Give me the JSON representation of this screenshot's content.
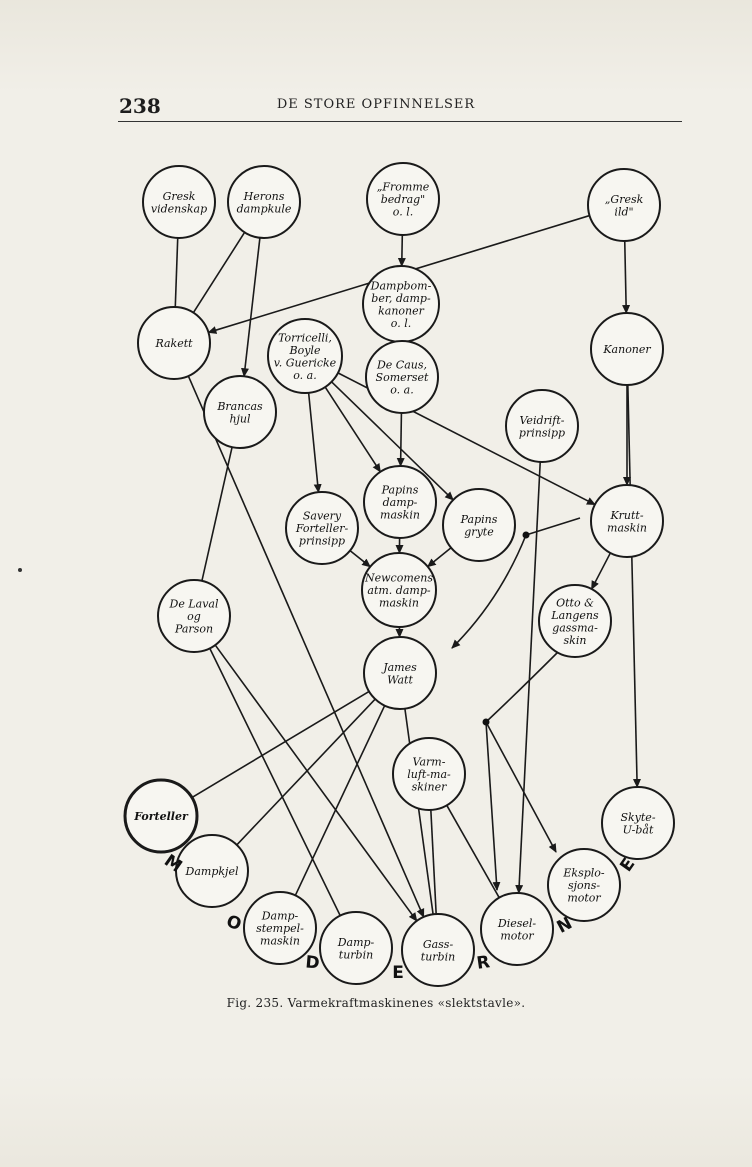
{
  "header": {
    "page_number": "238",
    "running_title": "DE STORE OPFINNELSER"
  },
  "caption": "Fig. 235. Varmekraftmaskinenes «slektstavle».",
  "arc_letters": [
    "M",
    "O",
    "D",
    "E",
    "R",
    "N",
    "E"
  ],
  "nodes": [
    {
      "id": "gresk-videnskap",
      "lines": [
        "Gresk",
        "videnskap"
      ]
    },
    {
      "id": "herons-dampkule",
      "lines": [
        "Herons",
        "dampkule"
      ]
    },
    {
      "id": "fromme-bedrag",
      "lines": [
        "„Fromme",
        "bedrag\"",
        "o. l."
      ]
    },
    {
      "id": "gresk-ild",
      "lines": [
        "„Gresk",
        "ild\""
      ]
    },
    {
      "id": "rakett",
      "lines": [
        "Rakett"
      ]
    },
    {
      "id": "dampbomber",
      "lines": [
        "Dampbom-",
        "ber, damp-",
        "kanoner",
        "o. l."
      ]
    },
    {
      "id": "torricelli",
      "lines": [
        "Torricelli,",
        "Boyle",
        "v. Guericke",
        "o. a."
      ]
    },
    {
      "id": "kanoner",
      "lines": [
        "Kanoner"
      ]
    },
    {
      "id": "de-caus",
      "lines": [
        "De Caus,",
        "Somerset",
        "o. a."
      ]
    },
    {
      "id": "brancas-hjul",
      "lines": [
        "Brancas",
        "hjul"
      ]
    },
    {
      "id": "veidrift-prinsipp",
      "lines": [
        "Veidrift-",
        "prinsipp"
      ]
    },
    {
      "id": "papins-dampmaskin",
      "lines": [
        "Papins",
        "damp-",
        "maskin"
      ]
    },
    {
      "id": "savery",
      "lines": [
        "Savery",
        "Forteller-",
        "prinsipp"
      ]
    },
    {
      "id": "papins-gryte",
      "lines": [
        "Papins",
        "gryte"
      ]
    },
    {
      "id": "kruttmaskin",
      "lines": [
        "Krutt-",
        "maskin"
      ]
    },
    {
      "id": "newcomen",
      "lines": [
        "Newcomens",
        "atm. damp-",
        "maskin"
      ]
    },
    {
      "id": "de-laval",
      "lines": [
        "De Laval",
        "og",
        "Parson"
      ]
    },
    {
      "id": "otto-langens",
      "lines": [
        "Otto &",
        "Langens",
        "gassma-",
        "skin"
      ]
    },
    {
      "id": "james-watt",
      "lines": [
        "James",
        "Watt"
      ]
    },
    {
      "id": "varmluftmaskiner",
      "lines": [
        "Varm-",
        "luft-ma-",
        "skiner"
      ]
    },
    {
      "id": "forteller",
      "lines": [
        "Forteller"
      ]
    },
    {
      "id": "skyte-ubaat",
      "lines": [
        "Skyte-",
        "U-båt"
      ]
    },
    {
      "id": "dampkjel",
      "lines": [
        "Dampkjel"
      ]
    },
    {
      "id": "eksplosjonsmotor",
      "lines": [
        "Eksplo-",
        "sjons-",
        "motor"
      ]
    },
    {
      "id": "dampstempelmaskin",
      "lines": [
        "Damp-",
        "stempel-",
        "maskin"
      ]
    },
    {
      "id": "dieselmotor",
      "lines": [
        "Diesel-",
        "motor"
      ]
    },
    {
      "id": "dampturbin",
      "lines": [
        "Damp-",
        "turbin"
      ]
    },
    {
      "id": "gassturbin",
      "lines": [
        "Gass-",
        "turbin"
      ]
    }
  ]
}
